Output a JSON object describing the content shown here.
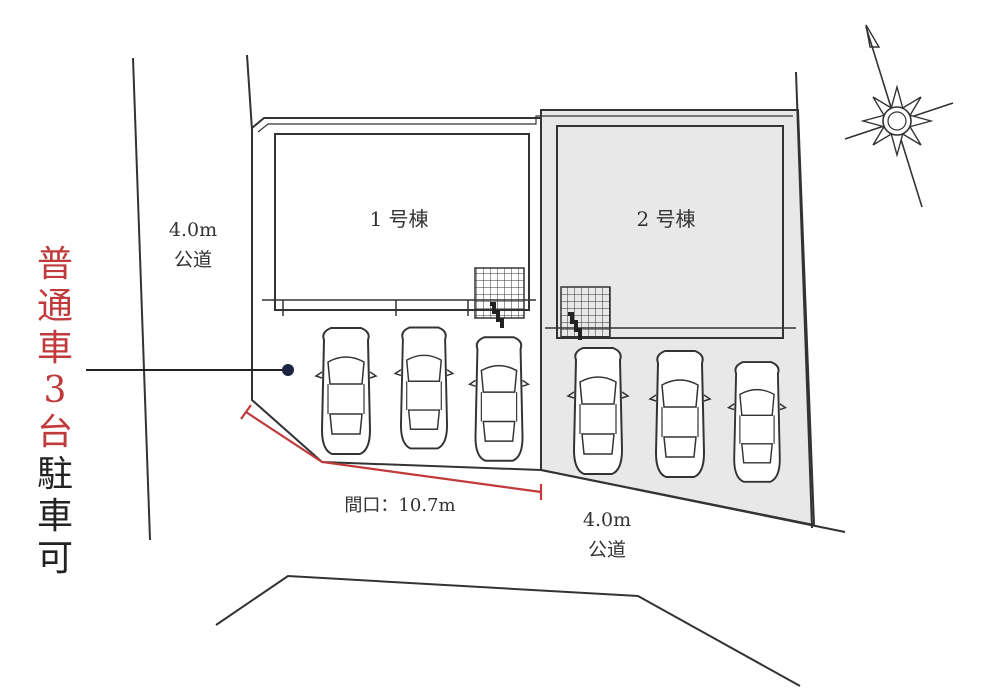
{
  "road_left": {
    "width": "4.0m",
    "type": "公道"
  },
  "road_bottom": {
    "width": "4.0m",
    "type": "公道"
  },
  "building_1": {
    "label": "1 号棟"
  },
  "building_2": {
    "label": "2 号棟"
  },
  "frontage": {
    "text": "間口：10.7m"
  },
  "parking_note": {
    "red_chars": [
      "普",
      "通",
      "車",
      "3",
      "台"
    ],
    "black_chars": [
      "駐",
      "車",
      "可"
    ],
    "red_color": "#c0393b",
    "black_color": "#222222"
  },
  "lot_2_fill": "#e8e8e8",
  "compass": "compass-rose-icon"
}
